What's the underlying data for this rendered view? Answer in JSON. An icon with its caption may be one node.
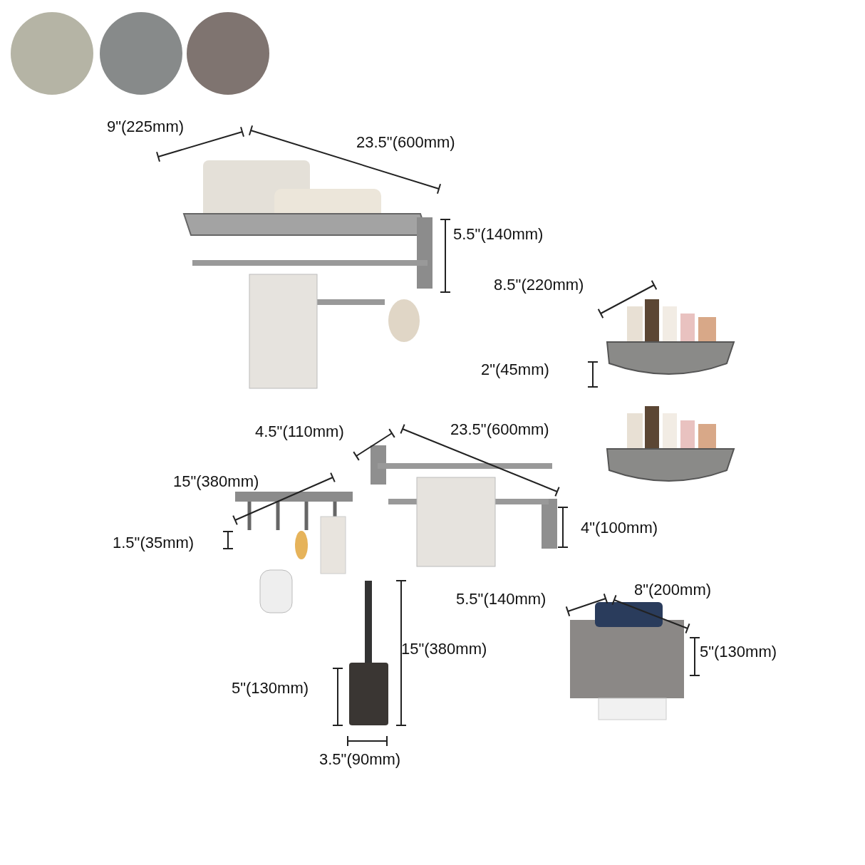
{
  "diagram": {
    "labels": [
      "9\"(225mm)",
      "23.5\"(600mm)",
      "5.5\"(140mm)",
      "8.5\"(220mm)",
      "2\"(45mm)",
      "4.5\"(110mm)",
      "23.5\"(600mm)",
      "15\"(380mm)",
      "4\"(100mm)",
      "1.5\"(35mm)",
      "5.5\"(140mm)",
      "8\"(200mm)",
      "15\"(380mm)",
      "5\"(130mm)",
      "5\"(130mm)",
      "3.5\"(90mm)"
    ]
  }
}
